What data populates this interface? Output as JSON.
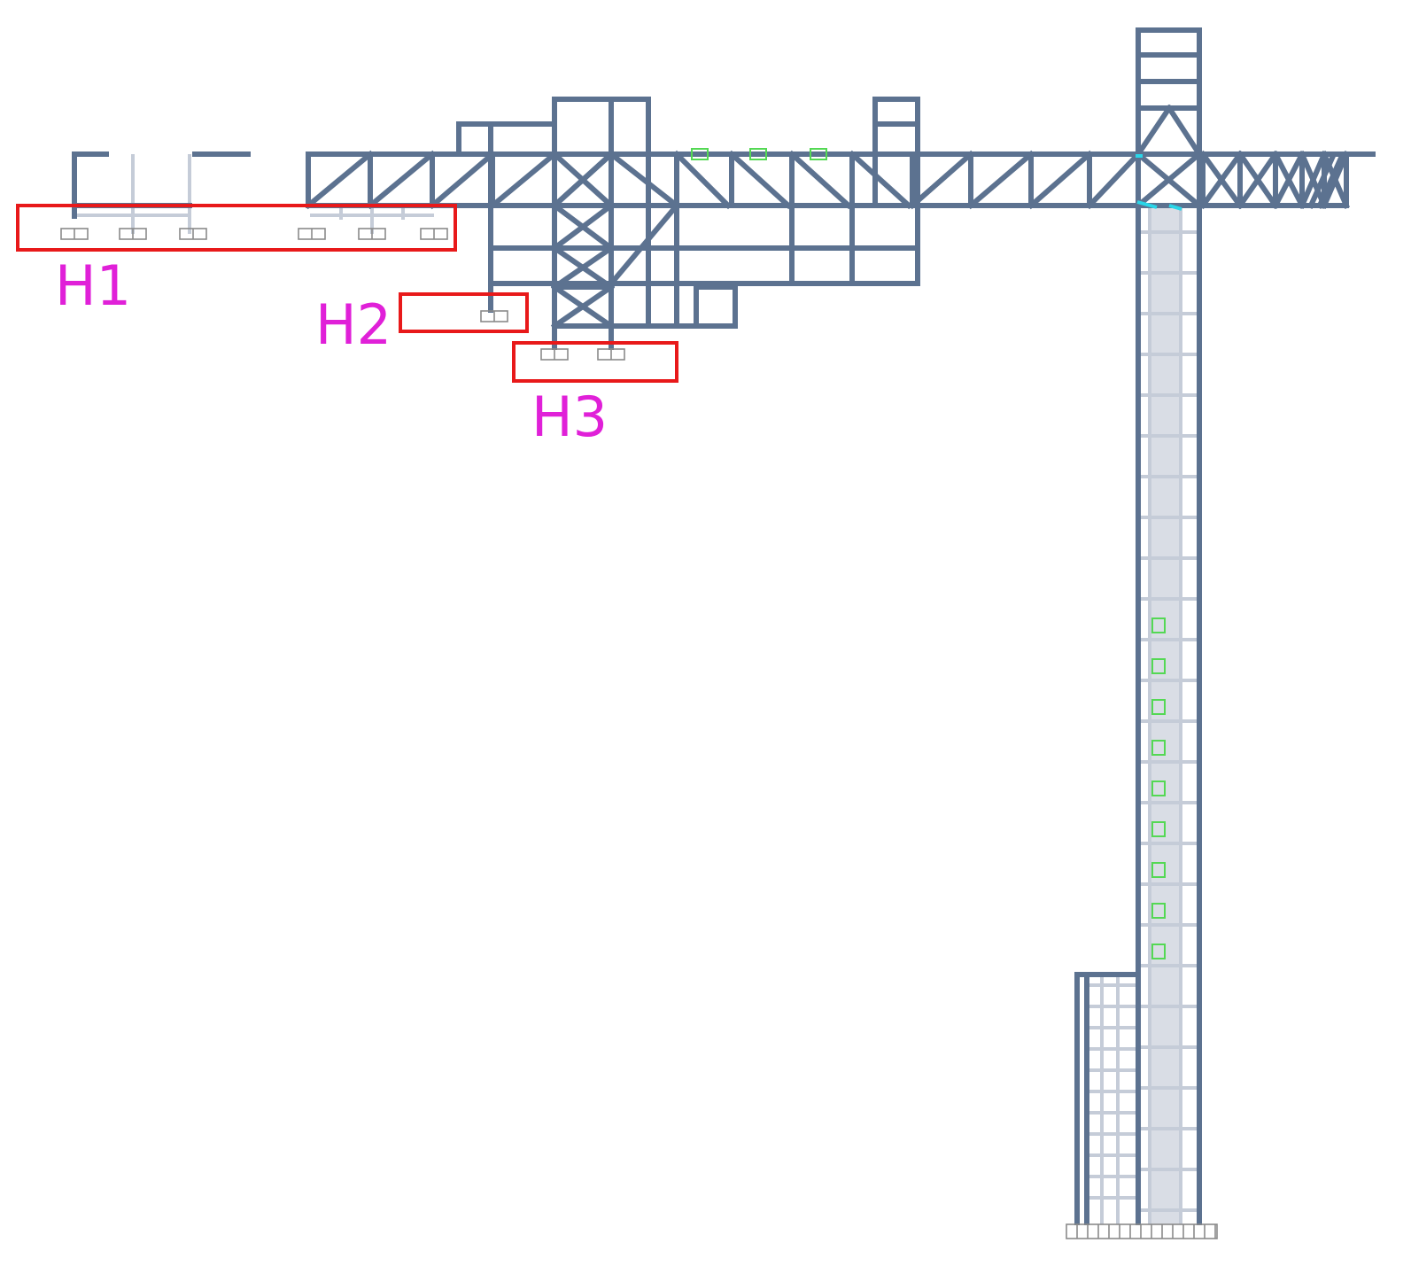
{
  "diagram": {
    "callouts": [
      {
        "id": "h1",
        "label": "H1"
      },
      {
        "id": "h2",
        "label": "H2"
      },
      {
        "id": "h3",
        "label": "H3"
      }
    ]
  },
  "colors": {
    "member": "#5c7290",
    "member_light": "#c5ccd8",
    "mast_fill": "#d9dde5",
    "highlight": "#e8191a",
    "label": "#e020d8",
    "node_green": "#54d854",
    "node_cyan": "#2ad6e8",
    "support": "#8a8a8a"
  }
}
